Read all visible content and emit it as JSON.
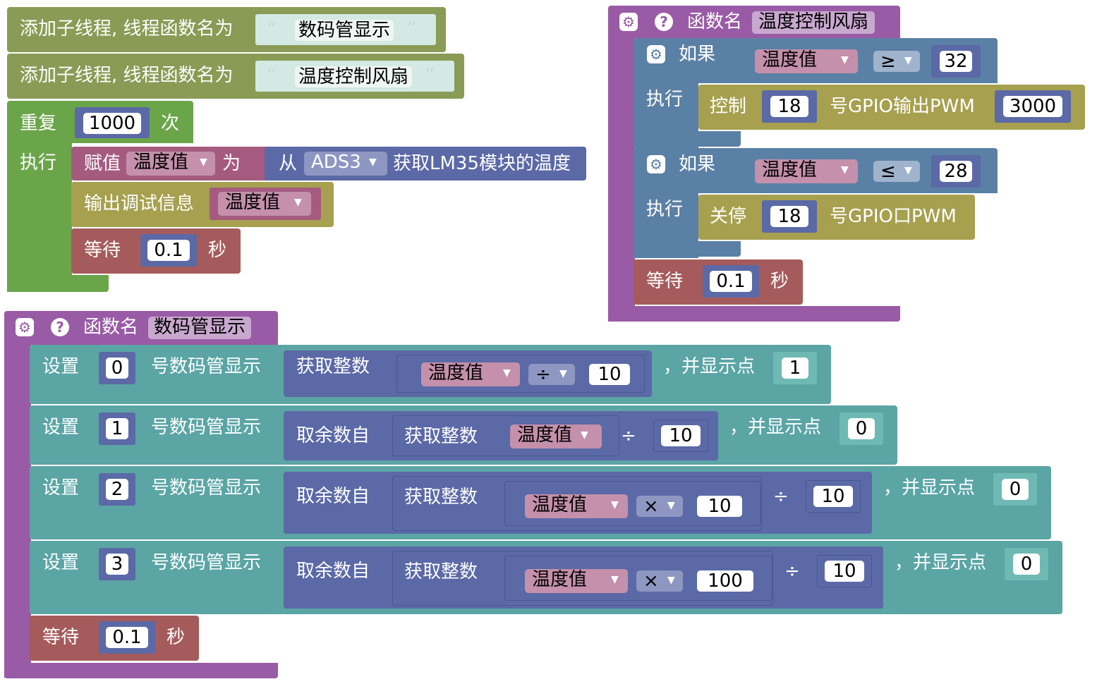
{
  "colors": {
    "thread": "#8a9b55",
    "loop": "#6ba54a",
    "math": "#5b69a6",
    "variable": "#a55b80",
    "text": "#6eb9b3",
    "wait": "#a55b5b",
    "procedure": "#995ba5",
    "logic": "#5b80a5",
    "io": "#a6a04f",
    "display": "#5ba5a5"
  },
  "threads": {
    "label": "添加子线程, 线程函数名为",
    "name_1": "数码管显示",
    "name_2": "温度控制风扇"
  },
  "repeat": {
    "label": "重复",
    "count": "1000",
    "times_label": "次",
    "do_label": "执行"
  },
  "assign": {
    "label": "赋值",
    "var": "温度值",
    "to_label": "为",
    "from_label": "从",
    "adc": "ADS3",
    "get_label": "获取LM35模块的温度"
  },
  "debug": {
    "label": "输出调试信息",
    "var": "温度值"
  },
  "wait": {
    "label": "等待",
    "value": "0.1",
    "unit": "秒"
  },
  "func_fan": {
    "label": "函数名",
    "name": "温度控制风扇",
    "if_label": "如果",
    "do_label": "执行",
    "var": "温度值",
    "op_ge": "≥",
    "value_ge": "32",
    "ctrl_label": "控制",
    "pin": "18",
    "pwm_label": "号GPIO输出PWM",
    "pwm_value": "3000",
    "op_le": "≤",
    "value_le": "28",
    "off_label": "关停",
    "off_pwm_label": "号GPIO口PWM"
  },
  "func_display": {
    "label": "函数名",
    "name": "数码管显示",
    "set_label": "设置",
    "display_label": "号数码管显示",
    "int_label": "获取整数",
    "mod_label": "取余数自",
    "dot_label": "，并显示点",
    "var": "温度值",
    "div": "÷",
    "mul": "×",
    "rows": [
      {
        "index": "0",
        "divisor": "10",
        "dot": "1"
      },
      {
        "index": "1",
        "divisor": "10",
        "dot": "0"
      },
      {
        "index": "2",
        "mul_value": "10",
        "divisor": "10",
        "dot": "0"
      },
      {
        "index": "3",
        "mul_value": "100",
        "divisor": "10",
        "dot": "0"
      }
    ]
  }
}
